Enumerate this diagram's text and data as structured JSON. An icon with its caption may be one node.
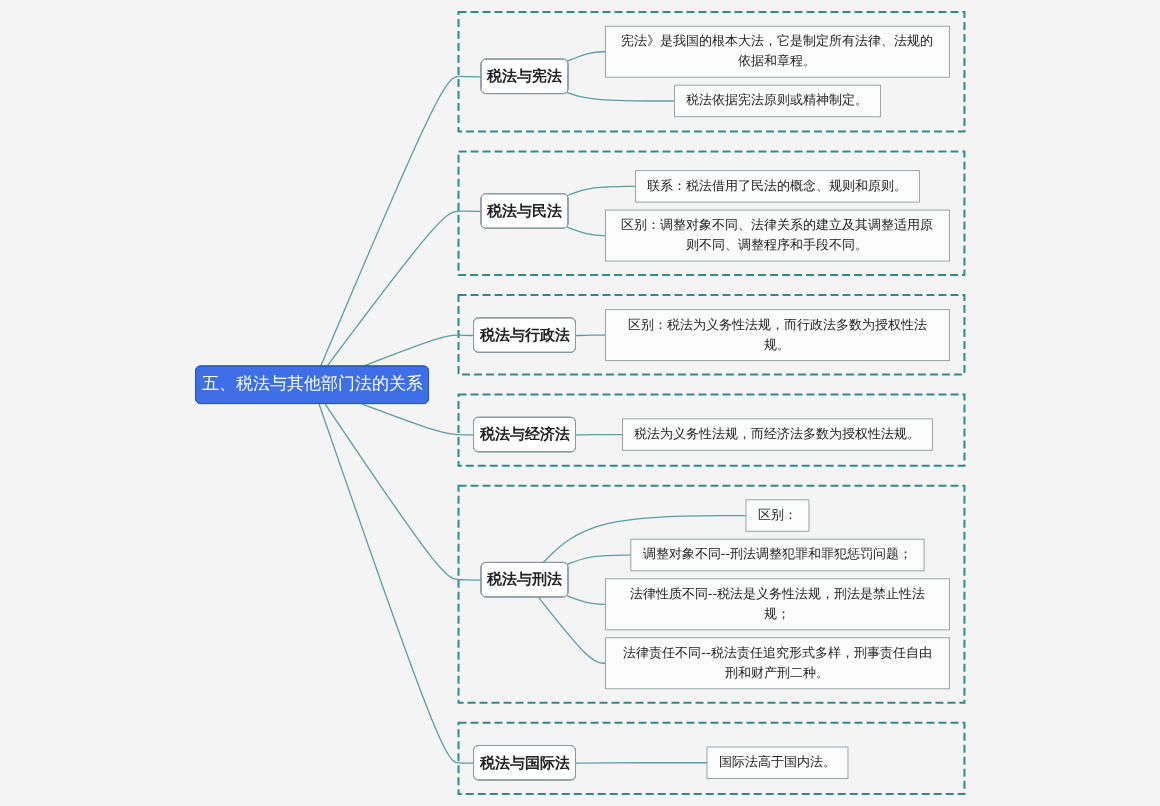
{
  "diagram": {
    "nodes": [
      {
        "text": [
          "五、税法与其他部门法的关系"
        ]
      },
      {
        "text": [],
        "shape": "box"
      },
      {
        "text": [
          "税法与宪法"
        ],
        "in": 1
      },
      {
        "text": [
          "宪法》是我国的根本大法，它是制定所有法律、法规的依据和章程。"
        ],
        "in": 1
      },
      {
        "text": [
          "税法依据宪法原则或精神制定。"
        ],
        "in": 1
      },
      {
        "text": [],
        "shape": "box"
      },
      {
        "text": [
          "税法与民法"
        ],
        "in": 5
      },
      {
        "text": [
          "联系：税法借用了民法的概念、规则和原则。"
        ],
        "in": 5
      },
      {
        "text": [
          "区别：调整对象不同、法律关系的建立及其调整适用原则不同、调整程序和手段不同。"
        ],
        "in": 5
      },
      {
        "text": [],
        "shape": "box"
      },
      {
        "text": [
          "税法与行政法"
        ],
        "in": 9
      },
      {
        "text": [
          "区别：税法为义务性法规，而行政法多数为授权性法规。"
        ],
        "in": 9
      },
      {
        "text": [],
        "shape": "box"
      },
      {
        "text": [
          "税法与经济法"
        ],
        "in": 12
      },
      {
        "text": [
          "税法为义务性法规，而经济法多数为授权性法规。"
        ],
        "in": 12
      },
      {
        "text": [],
        "shape": "box"
      },
      {
        "text": [
          "税法与刑法"
        ],
        "in": 15
      },
      {
        "text": [
          "区别："
        ],
        "in": 15
      },
      {
        "text": [
          "调整对象不同--刑法调整犯罪和罪犯惩罚问题；"
        ],
        "in": 15
      },
      {
        "text": [
          "法律性质不同--税法是义务性法规，刑法是禁止性法规；"
        ],
        "in": 15
      },
      {
        "text": [
          "法律责任不同--税法责任追究形式多样，刑事责任自由刑和财产刑二种。"
        ],
        "in": 15
      },
      {
        "text": [],
        "shape": "box"
      },
      {
        "text": [
          "税法与国际法"
        ],
        "in": 21
      },
      {
        "text": [
          "国际法高于国内法。"
        ],
        "in": 21
      }
    ],
    "edges": [
      {
        "from": 0,
        "to": 2,
        "arrow": "none"
      },
      {
        "from": 0,
        "to": 6,
        "arrow": "none"
      },
      {
        "from": 0,
        "to": 10,
        "arrow": "none"
      },
      {
        "from": 0,
        "to": 13,
        "arrow": "none"
      },
      {
        "from": 0,
        "to": 16,
        "arrow": "none"
      },
      {
        "from": 0,
        "to": 22,
        "arrow": "none"
      },
      {
        "from": 2,
        "to": 3,
        "arrow": "none"
      },
      {
        "from": 2,
        "to": 4,
        "arrow": "none"
      },
      {
        "from": 6,
        "to": 7,
        "arrow": "none"
      },
      {
        "from": 6,
        "to": 8,
        "arrow": "none"
      },
      {
        "from": 10,
        "to": 11,
        "arrow": "none"
      },
      {
        "from": 13,
        "to": 14,
        "arrow": "none"
      },
      {
        "from": 16,
        "to": 17,
        "arrow": "none"
      },
      {
        "from": 16,
        "to": 18,
        "arrow": "none"
      },
      {
        "from": 16,
        "to": 19,
        "arrow": "none"
      },
      {
        "from": 16,
        "to": 20,
        "arrow": "none"
      },
      {
        "from": 22,
        "to": 23,
        "arrow": "none"
      }
    ]
  }
}
